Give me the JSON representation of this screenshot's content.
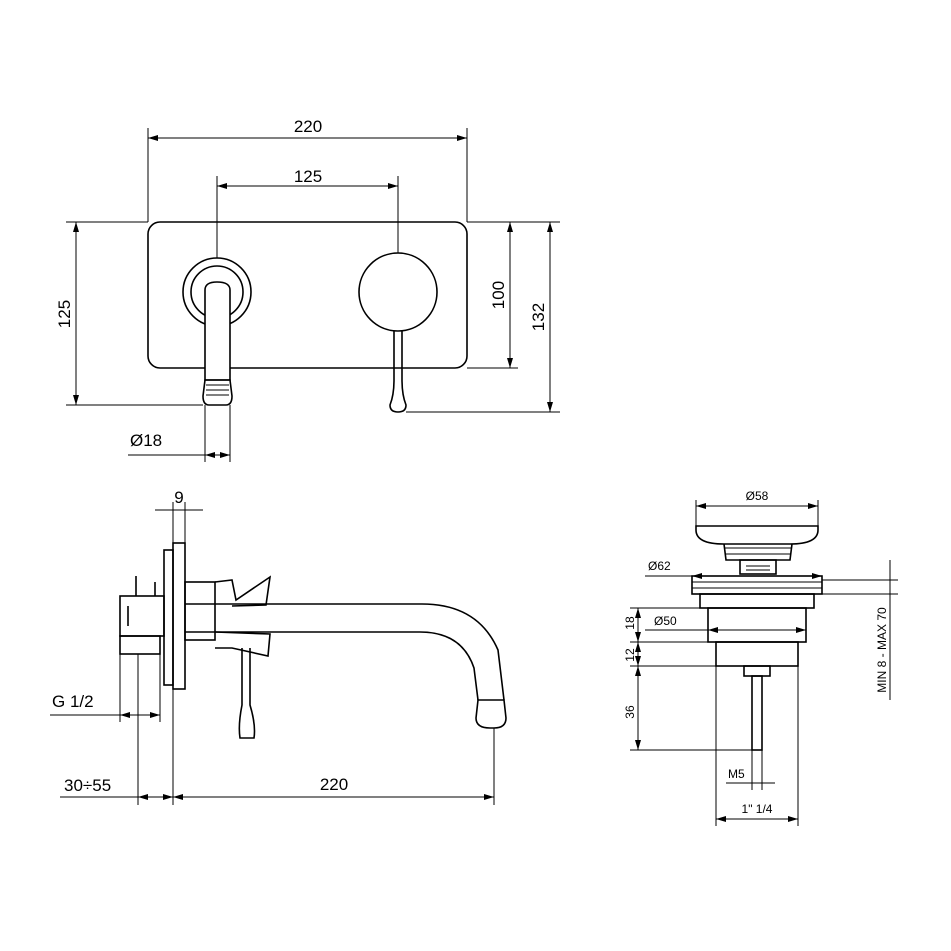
{
  "front_view": {
    "width_total": "220",
    "handle_spacing": "125",
    "height_plate": "125",
    "height_inner": "100",
    "height_total": "132",
    "spout_diameter": "Ø18"
  },
  "side_view": {
    "plate_thickness": "9",
    "inlet_thread": "G 1/2",
    "wall_depth": "30÷55",
    "spout_projection": "220"
  },
  "drain_view": {
    "cap_diameter": "Ø58",
    "flange_diameter": "Ø62",
    "body_diameter": "Ø50",
    "height_18": "18",
    "height_12": "12",
    "height_36": "36",
    "screw": "M5",
    "thread": "1\" 1/4",
    "range": "MIN 8 - MAX 70"
  }
}
